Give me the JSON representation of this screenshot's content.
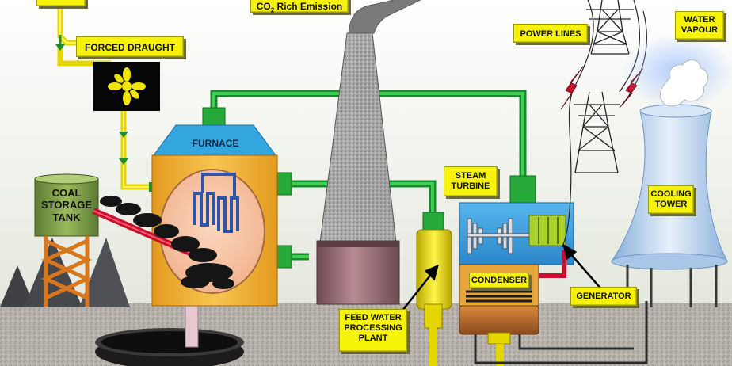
{
  "labels": {
    "co2_main": "CO",
    "co2_sub": "2",
    "co2_rest": " Rich Emission",
    "forced_draught": "FORCED DRAUGHT",
    "furnace": "FURNACE",
    "coal_storage_line1": "COAL",
    "coal_storage_line2": "STORAGE",
    "coal_storage_line3": "TANK",
    "power_lines": "POWER LINES",
    "water_vapour_line1": "WATER",
    "water_vapour_line2": "VAPOUR",
    "steam_turbine_line1": "STEAM",
    "steam_turbine_line2": "TURBINE",
    "cooling_tower_line1": "COOLING",
    "cooling_tower_line2": "TOWER",
    "condenser": "CONDENSER",
    "generator": "GENERATOR",
    "feed_water_line1": "FEED WATER",
    "feed_water_line2": "PROCESSING",
    "feed_water_line3": "PLANT"
  },
  "colors": {
    "label_fill": "#f6f20a",
    "pipe_green": "#22a33a",
    "pipe_yellow": "#e5d600",
    "furnace_orange": "#f2b233",
    "furnace_top_blue": "#33a6e0",
    "turbine_blue": "#3aa0e2",
    "chimney_brown": "#9a6b72",
    "cooling_tower_blue": "#bcd6f0",
    "ground": "#b9b3ad",
    "coal_tank_green": "#7a9a46",
    "generator_green": "#a9d12a",
    "fan_yellow": "#f0e40a",
    "red_arrow": "#c8102e"
  },
  "icons": [
    "fan-icon",
    "transmission-tower-icon",
    "lightning-bolt-icon",
    "cloud-icon",
    "coal-pile-icon"
  ]
}
